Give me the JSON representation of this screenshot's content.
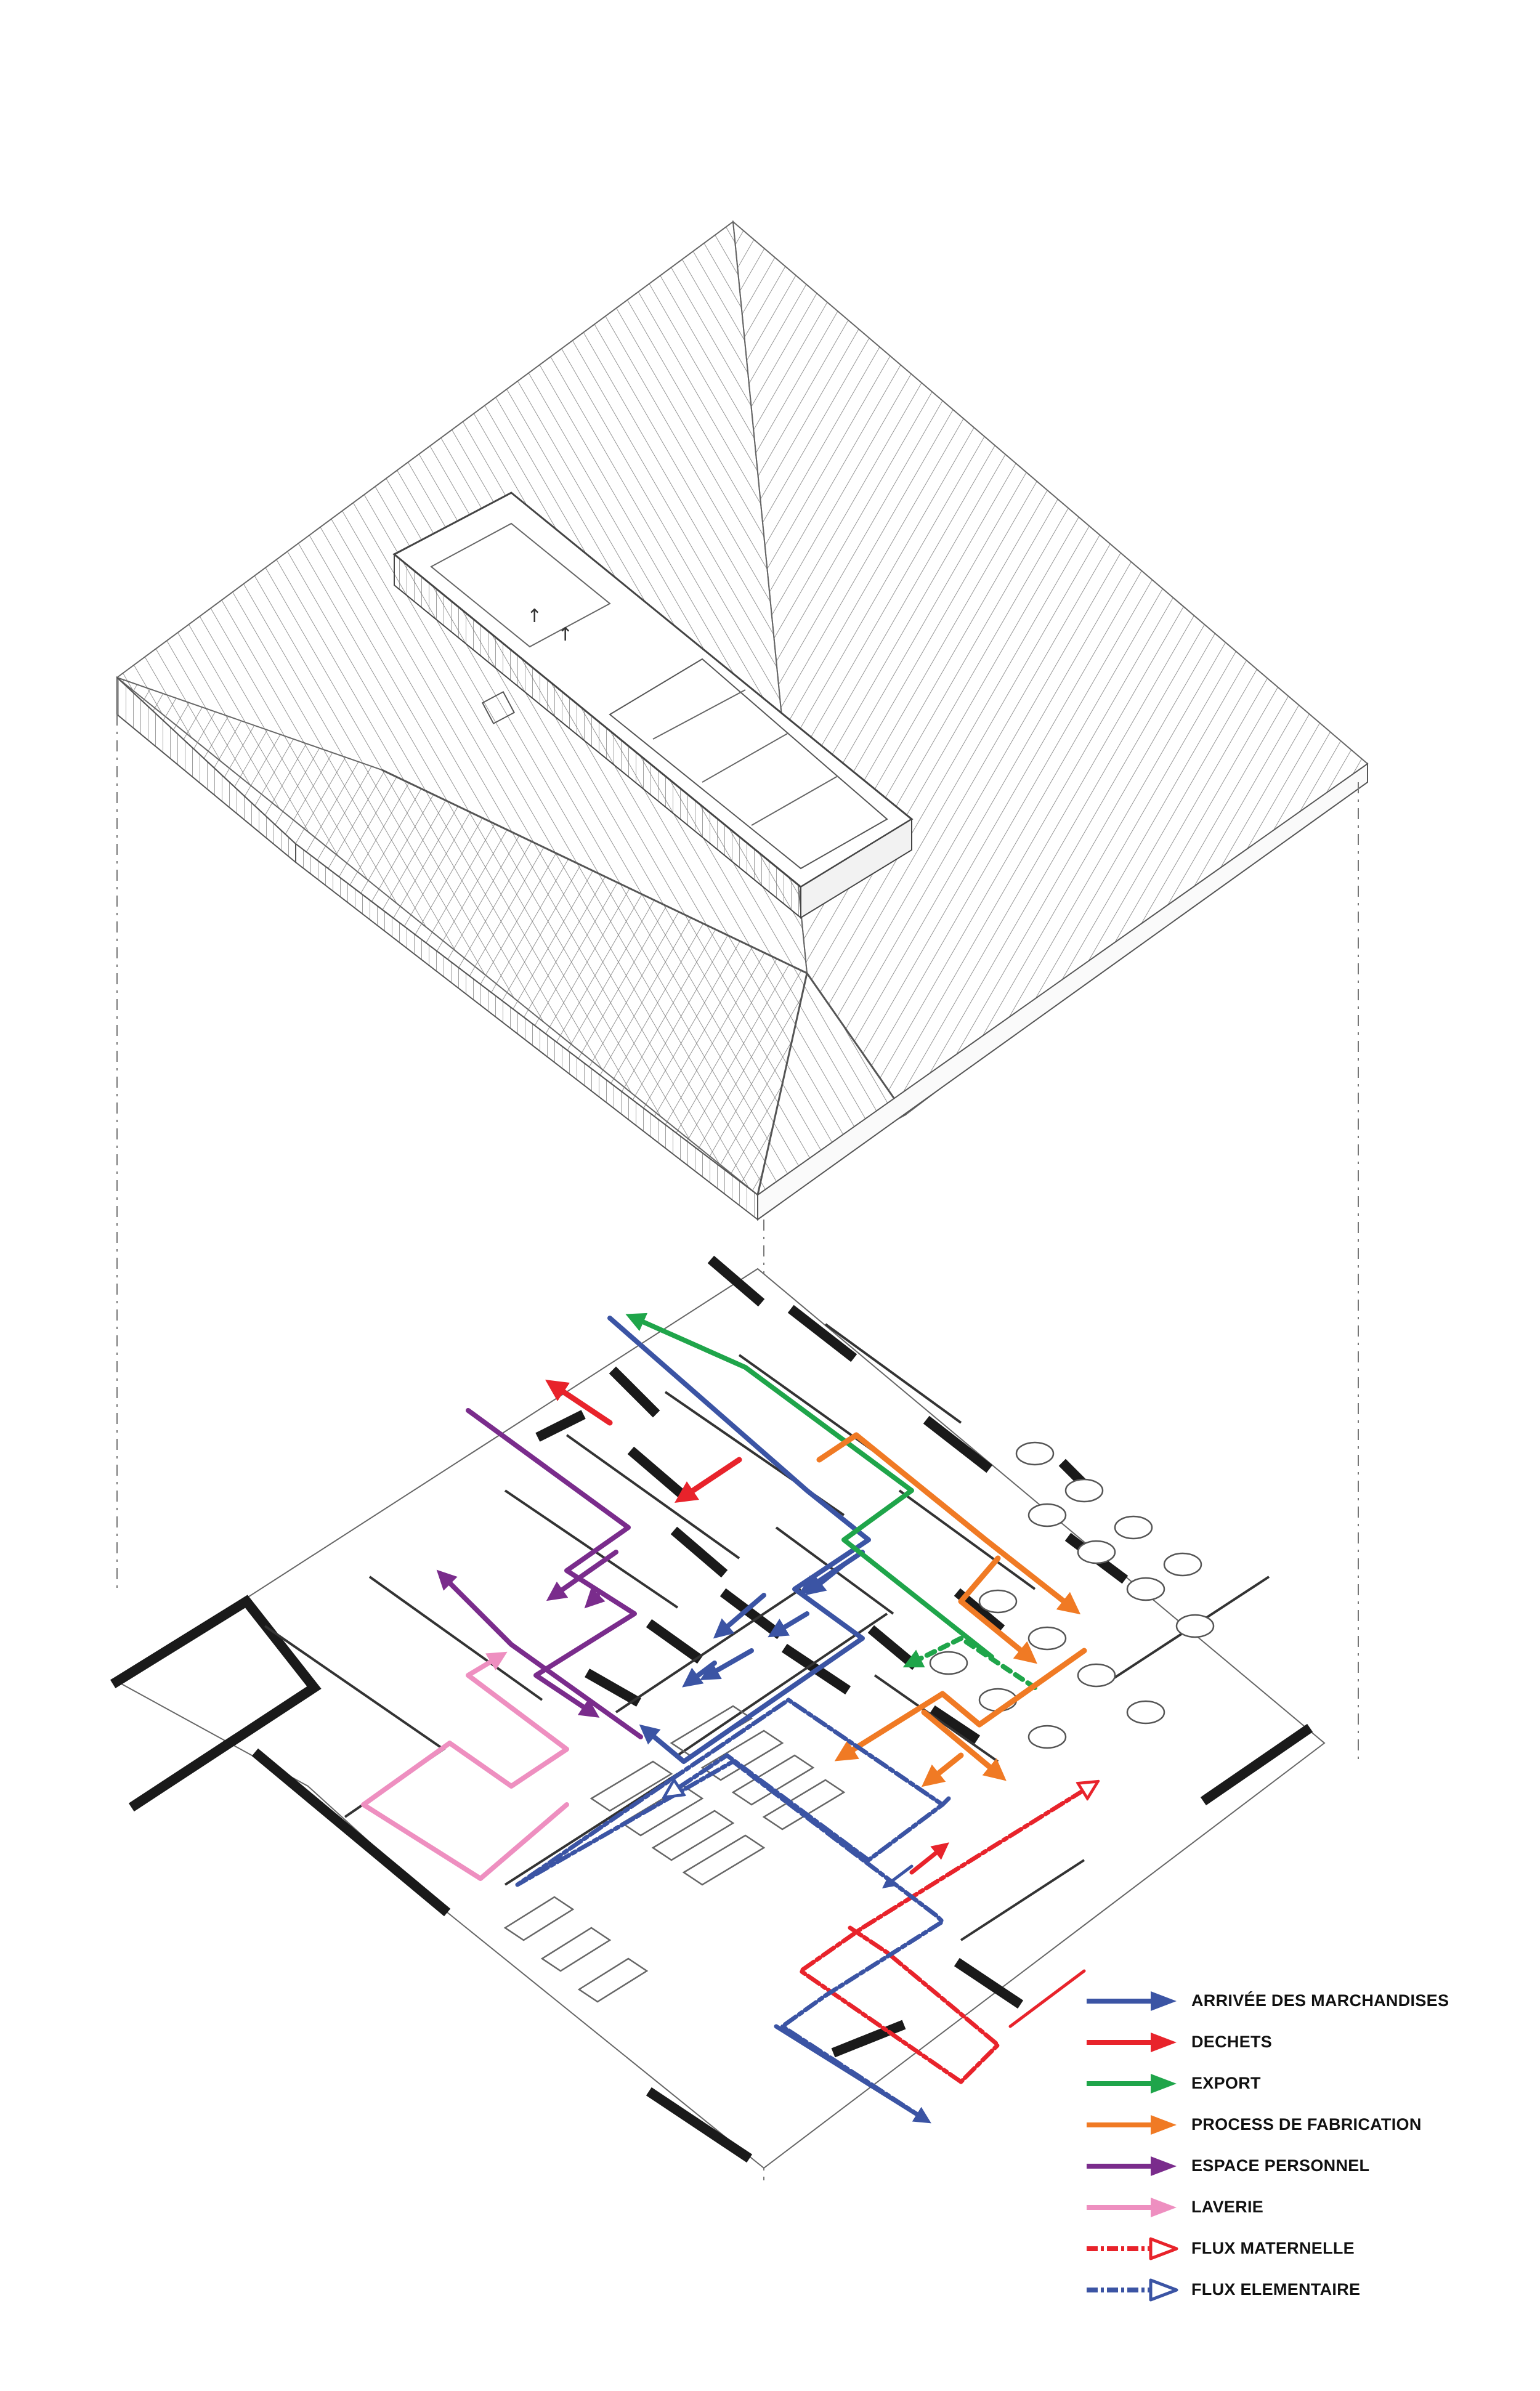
{
  "legend": {
    "items": [
      {
        "label": "ARRIVÉE DES MARCHANDISES",
        "color": "#3b54a4",
        "style": "solid",
        "icon": "filled-arrow-icon"
      },
      {
        "label": "DECHETS",
        "color": "#e8232b",
        "style": "solid",
        "icon": "filled-arrow-icon"
      },
      {
        "label": "EXPORT",
        "color": "#1fa54a",
        "style": "solid",
        "icon": "filled-arrow-icon"
      },
      {
        "label": "PROCESS DE FABRICATION",
        "color": "#f07a24",
        "style": "solid",
        "icon": "filled-arrow-icon"
      },
      {
        "label": "ESPACE PERSONNEL",
        "color": "#7a2c8c",
        "style": "solid",
        "icon": "filled-arrow-icon"
      },
      {
        "label": "LAVERIE",
        "color": "#ee8fc0",
        "style": "solid",
        "icon": "filled-arrow-icon"
      },
      {
        "label": "FLUX MATERNELLE",
        "color": "#e8232b",
        "style": "dashed",
        "icon": "hollow-arrow-icon"
      },
      {
        "label": "FLUX ELEMENTAIRE",
        "color": "#3b54a4",
        "style": "dashed",
        "icon": "hollow-arrow-icon"
      }
    ]
  },
  "colors": {
    "linework": "#555555",
    "walls": "#1a1a1a",
    "background": "#ffffff"
  }
}
